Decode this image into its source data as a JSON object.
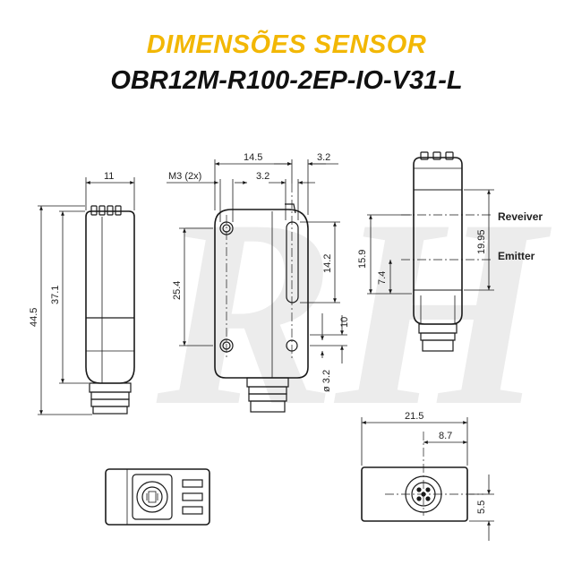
{
  "header": {
    "title": "DIMENSÕES SENSOR",
    "model": "OBR12M-R100-2EP-IO-V31-L"
  },
  "colors": {
    "title_accent": "#f2b705",
    "line": "#1a1a1a",
    "watermark": "#e9e9e9"
  },
  "watermark": {
    "text": "RH"
  },
  "dimensions": {
    "side_width": "11",
    "side_height_total": "44.5",
    "side_height_body": "37.1",
    "front_width": "14.5",
    "front_right_offset": "3.2",
    "mount_holes": "M3 (2x)",
    "hole_offset": "3.2",
    "hole_spacing": "25.4",
    "lens_height": "14.2",
    "lower_offset": "10",
    "hole_diameter": "ø 3.2",
    "lens_total": "19.95",
    "emitter_total": "15.9",
    "emitter_offset": "7.4",
    "bottom_width": "21.5",
    "connector_offset": "8.7",
    "bottom_height": "5.5"
  },
  "labels": {
    "receiver": "Reveiver",
    "emitter": "Emitter"
  }
}
